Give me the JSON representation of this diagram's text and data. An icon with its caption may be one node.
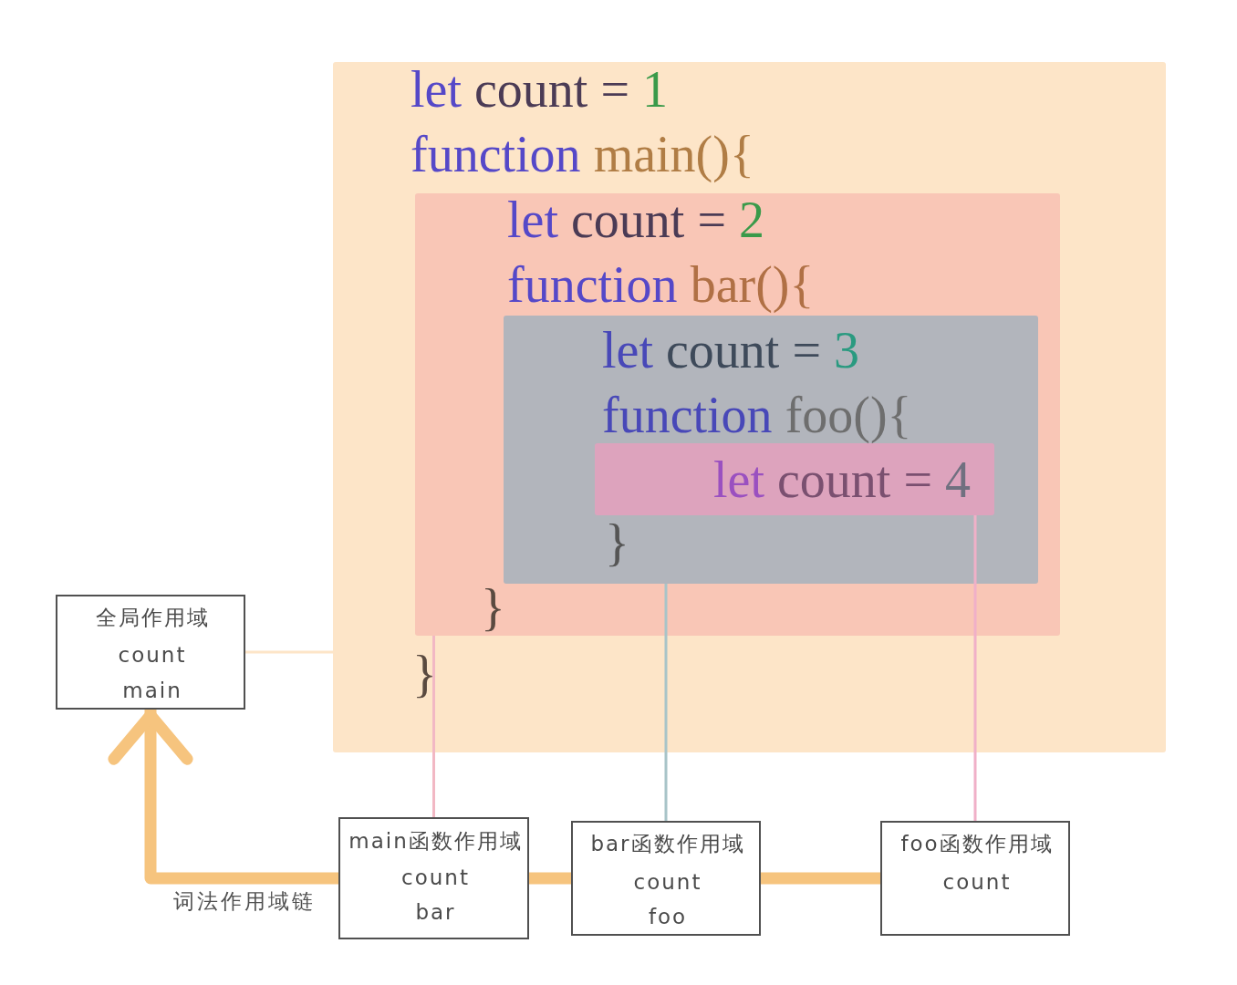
{
  "diagram": {
    "nodes": [
      {
        "text": [
          "let count = 1",
          "function main(){",
          "}"
        ]
      },
      {
        "text": [
          "let count = 2",
          "function bar(){",
          "}"
        ],
        "in": 0
      },
      {
        "text": [
          "let count = 3",
          "function foo(){",
          "}"
        ],
        "in": 1
      },
      {
        "text": [
          "let count = 4"
        ],
        "in": 2
      },
      {
        "text": [
          "全局作用域",
          "count",
          "main"
        ]
      },
      {
        "text": [
          "main函数作用域",
          "count",
          "bar"
        ]
      },
      {
        "text": [
          "bar函数作用域",
          "count",
          "foo"
        ]
      },
      {
        "text": [
          "foo函数作用域",
          "count"
        ]
      }
    ],
    "edges": [
      {
        "from": 0,
        "to": 4,
        "arrow": "none",
        "color": "#fde5c8"
      },
      {
        "from": 1,
        "to": 5,
        "arrow": "none",
        "color": "#f2b8c4"
      },
      {
        "from": 2,
        "to": 6,
        "arrow": "none",
        "color": "#a8c4c8"
      },
      {
        "from": 3,
        "to": 7,
        "arrow": "none",
        "color": "#f0b0c8"
      },
      {
        "from": 7,
        "to": 6,
        "arrow": "none",
        "style": "thick",
        "color": "#f6c47e"
      },
      {
        "from": 6,
        "to": 5,
        "arrow": "none",
        "style": "thick",
        "color": "#f6c47e"
      },
      {
        "from": 5,
        "to": 4,
        "arrow": "to",
        "label": "词法作用域链",
        "style": "thick",
        "color": "#f6c47e"
      }
    ]
  }
}
